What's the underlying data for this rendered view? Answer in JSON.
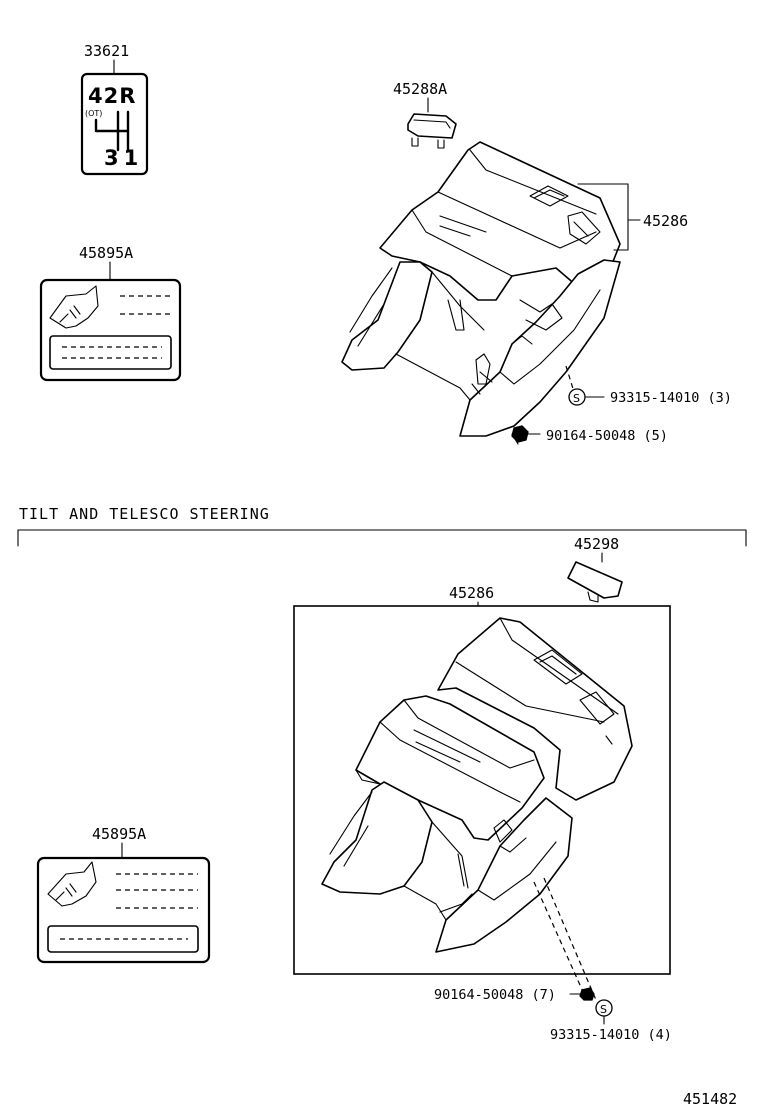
{
  "header": {
    "section_title": "TILT AND TELESCO STEERING"
  },
  "top_section": {
    "label_shift_plate": "33621",
    "shift_plate": {
      "top_text": "42R",
      "od_text": "(OT)",
      "bottom_text": "31"
    },
    "label_caution_plate": "45895A",
    "label_clip": "45288A",
    "label_cover": "45286",
    "label_screw_s": "93315-14010 (3)",
    "label_screw": "90164-50048 (5)",
    "s_mark": "S"
  },
  "bottom_section": {
    "label_cover_pad": "45298",
    "label_cover": "45286",
    "label_caution_plate": "45895A",
    "label_screw": "90164-50048 (7)",
    "label_screw_s": "93315-14010 (4)",
    "s_mark": "S"
  },
  "footer": {
    "diagram_number": "451482"
  }
}
